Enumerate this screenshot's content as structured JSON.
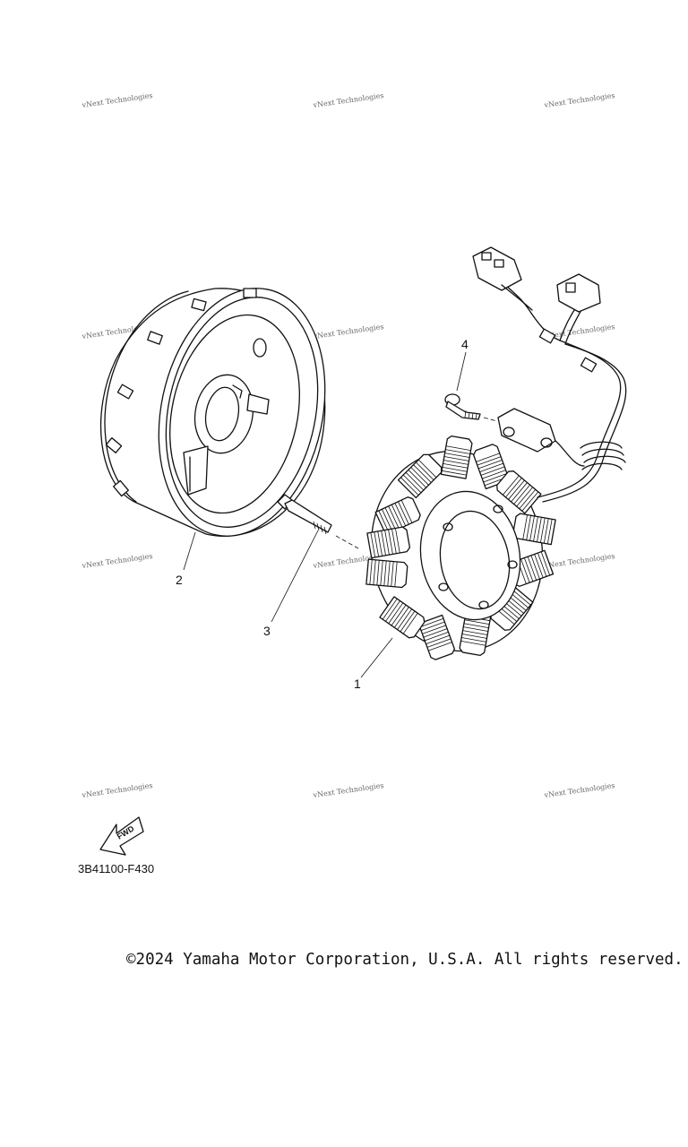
{
  "watermark": {
    "text": "vNext Technologies"
  },
  "callouts": {
    "stator_assembly": "1",
    "rotor_assembly": "2",
    "bolt": "3",
    "screw": "4"
  },
  "fwd_label": "FWD",
  "diagram_code": "3B41100-F430",
  "copyright": "©2024 Yamaha Motor Corporation, U.S.A. All rights reserved."
}
